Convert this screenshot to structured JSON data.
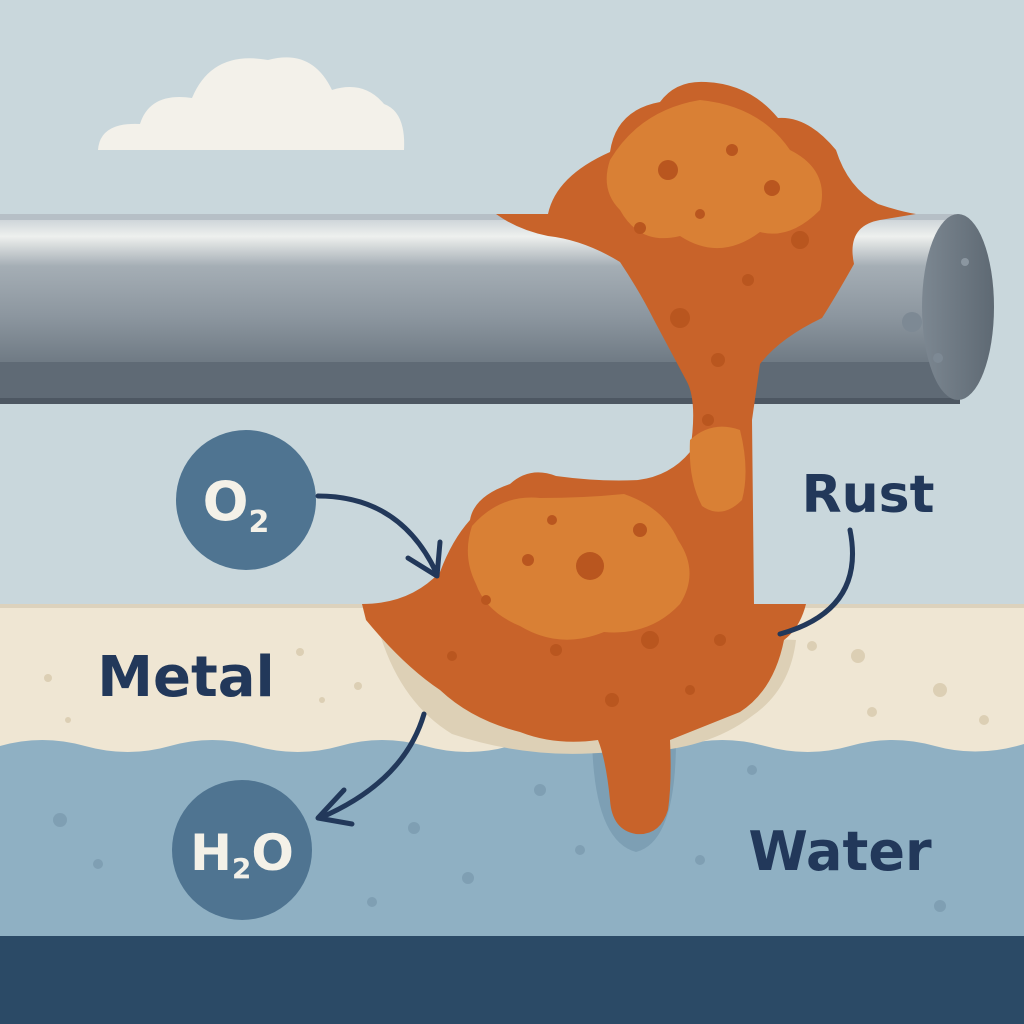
{
  "labels": {
    "rust": "Rust",
    "metal": "Metal",
    "water": "Water"
  },
  "badges": {
    "oxygen": {
      "base": "O",
      "sub": "2"
    },
    "water": {
      "base": "H",
      "sub": "2",
      "tail": "O"
    }
  },
  "colors": {
    "sky": "#c9d7dc",
    "pipe": "#8c969f",
    "metal": "#efe6d3",
    "water": "#8fb0c3",
    "rust": "#c8632a",
    "rust_light": "#d97f36",
    "ink": "#22385a",
    "badge": "#4f7491"
  },
  "icons": {
    "cloud": "cloud-icon",
    "pipe": "pipe-icon",
    "rust_blob": "rust-blob-icon",
    "arrow": "curved-arrow-icon"
  }
}
